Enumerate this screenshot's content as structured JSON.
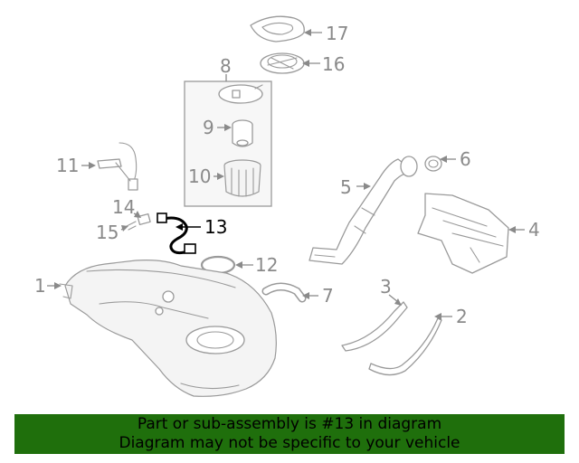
{
  "callouts": [
    "1",
    "2",
    "3",
    "4",
    "5",
    "6",
    "7",
    "8",
    "9",
    "10",
    "11",
    "12",
    "13",
    "14",
    "15",
    "16",
    "17"
  ],
  "highlight": "13",
  "banner": {
    "line1": "Part or sub-assembly is #13 in diagram",
    "line2": "Diagram may not be specific to your vehicle"
  },
  "colors": {
    "banner_bg": "#1f6f0c",
    "highlight": "#000000",
    "line": "#9a9a9a",
    "label": "#8a8a8a"
  }
}
